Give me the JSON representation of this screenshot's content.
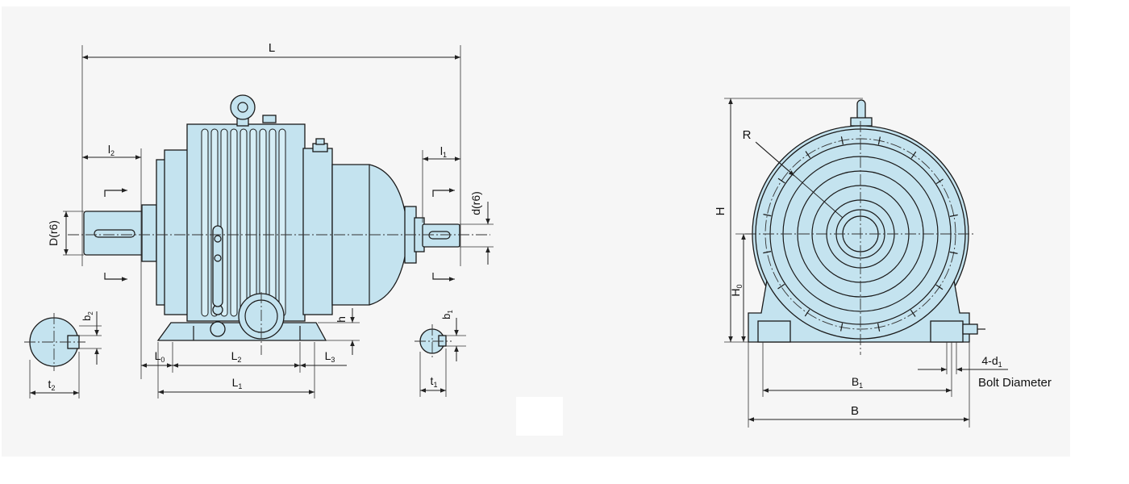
{
  "colors": {
    "paper": "#f6f6f6",
    "body_fill": "#c4e3ef",
    "outline": "#1a1a1a"
  },
  "side_view": {
    "dim_L": "L",
    "dim_l2": "l",
    "dim_l2_sub": "2",
    "dim_l1": "l",
    "dim_l1_sub": "1",
    "dim_D": "D(r6)",
    "dim_d": "d(r6)",
    "dim_h": "h",
    "dim_L0": "L",
    "dim_L0_sub": "0",
    "dim_L2": "L",
    "dim_L2_sub": "2",
    "dim_L3": "L",
    "dim_L3_sub": "3",
    "dim_L1": "L",
    "dim_L1_sub": "1"
  },
  "shaft_sections": {
    "left_b": "b",
    "left_b_sub": "2",
    "left_t": "t",
    "left_t_sub": "2",
    "right_b": "b",
    "right_b_sub": "1",
    "right_t": "t",
    "right_t_sub": "1"
  },
  "front_view": {
    "dim_R": "R",
    "dim_H": "H",
    "dim_H0": "H",
    "dim_H0_sub": "0",
    "dim_B1": "B",
    "dim_B1_sub": "1",
    "dim_B": "B",
    "dim_4d": "4-d",
    "dim_4d_sub": "1",
    "bolt_label": "Bolt Diameter"
  }
}
